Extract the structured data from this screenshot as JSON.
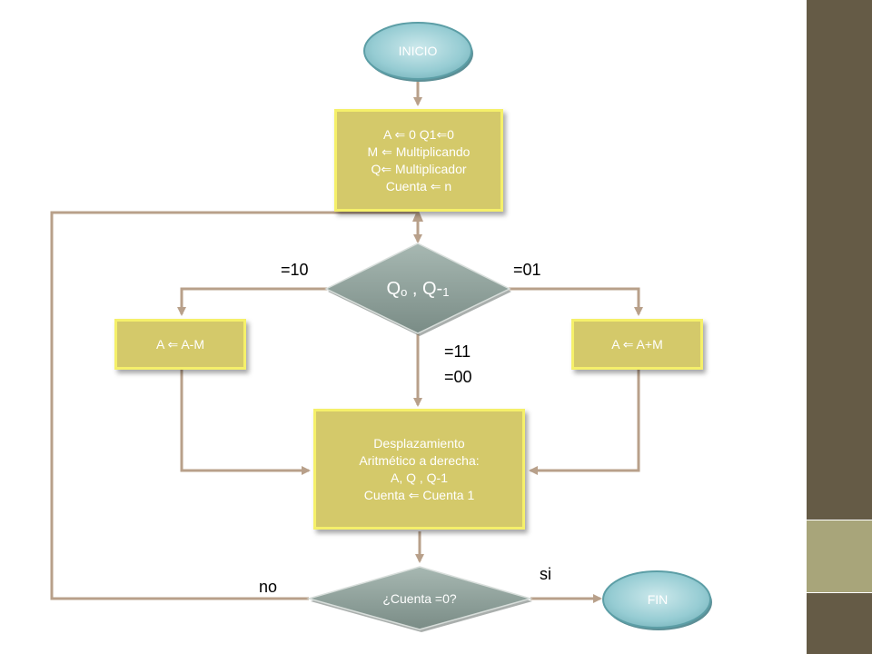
{
  "nodes": {
    "start": "INICIO",
    "init": [
      "A ⇐ 0 Q1⇐0",
      "M ⇐ Multiplicando",
      "Q⇐ Multiplicador",
      "Cuenta ⇐ n"
    ],
    "decision": {
      "q": "Q",
      "sub0": "o",
      "sep": " , Q-",
      "sub1": "1"
    },
    "sub": "A ⇐ A-M",
    "add": "A ⇐ A+M",
    "shift": [
      "Desplazamiento",
      "Aritmético a derecha:",
      "A, Q , Q-1",
      "Cuenta ⇐ Cuenta 1"
    ],
    "check": "¿Cuenta =0?",
    "end": "FIN"
  },
  "edge_labels": {
    "left": "=10",
    "right": "=01",
    "mid1": "=11",
    "mid2": "=00",
    "yes": "si",
    "no": "no"
  },
  "colors": {
    "process_fill": "#d4c96a",
    "process_border": "#f5f06a",
    "decision_fill": "#879a93",
    "terminal_fill": "#8ec8cf",
    "arrow": "#b8a08a"
  }
}
